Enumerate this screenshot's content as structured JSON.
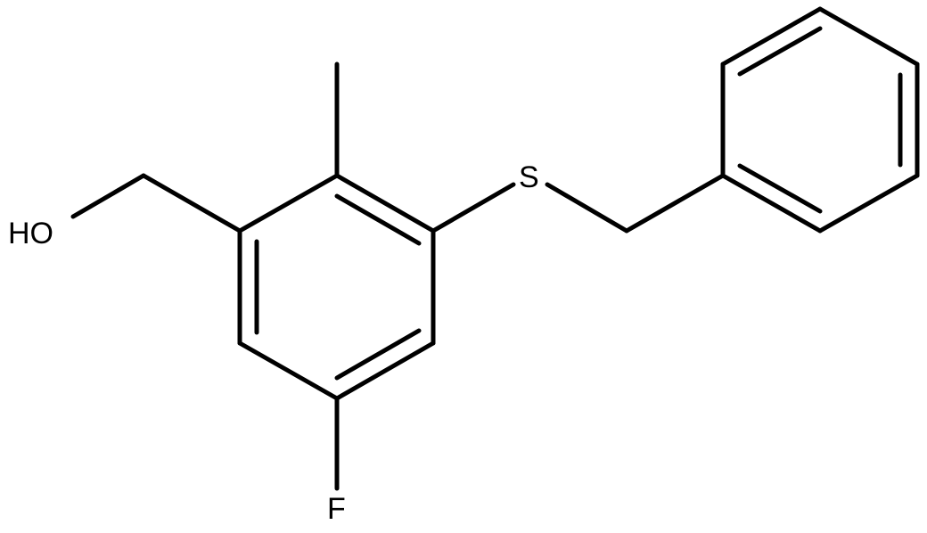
{
  "molecule": {
    "atoms": {
      "hydroxyl": "HO",
      "sulfur": "S",
      "fluorine": "F"
    },
    "colors": {
      "bond": "#000000",
      "label": "#000000",
      "background": "#ffffff"
    }
  }
}
